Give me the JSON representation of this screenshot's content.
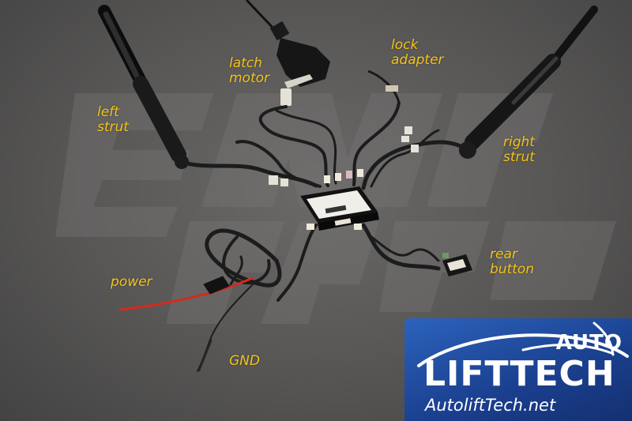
{
  "labels": {
    "latch_motor": "latch\nmotor",
    "lock_adapter": "lock\nadapter",
    "left_strut": "left\nstrut",
    "right_strut": "right\nstrut",
    "rear_button": "rear\nbutton",
    "power": "power",
    "gnd": "GND"
  },
  "logo": {
    "auto": "AUTO",
    "brand": "LIFTTECH",
    "website": "AutoliftTech.net"
  },
  "colors": {
    "label_text": "#f3c21b",
    "logo_background": "#1f4a9c",
    "power_wire": "#d42a1e",
    "background_carpet": "#5a5958"
  }
}
